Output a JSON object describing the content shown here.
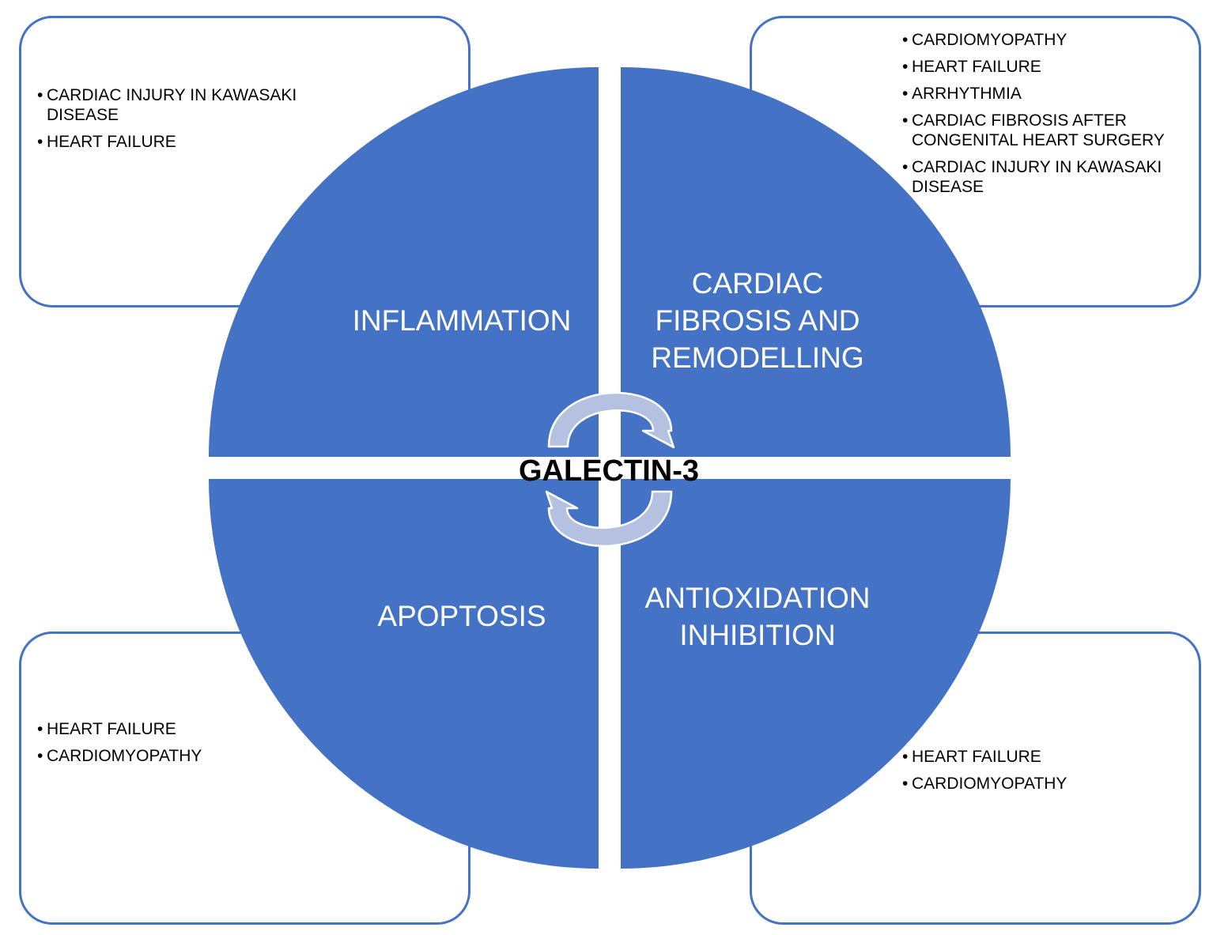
{
  "center": {
    "title": "GALECTIN-3"
  },
  "colors": {
    "quadrant": "#4472c4",
    "arrow": "#b4c1e1",
    "box_border": "#4472c4"
  },
  "quadrants": {
    "top_left": {
      "label": "INFLAMMATION"
    },
    "top_right": {
      "label": "CARDIAC\nFIBROSIS AND\nREMODELLING"
    },
    "bottom_left": {
      "label": "APOPTOSIS"
    },
    "bottom_right": {
      "label": "ANTIOXIDATION\nINHIBITION"
    }
  },
  "boxes": {
    "top_left": {
      "items": [
        "CARDIAC INJURY IN KAWASAKI DISEASE",
        "HEART FAILURE"
      ]
    },
    "top_right": {
      "items": [
        "CARDIOMYOPATHY",
        "HEART FAILURE",
        "ARRHYTHMIA",
        "CARDIAC FIBROSIS AFTER CONGENITAL HEART SURGERY",
        "CARDIAC INJURY IN KAWASAKI DISEASE"
      ]
    },
    "bottom_left": {
      "items": [
        "HEART FAILURE",
        "CARDIOMYOPATHY"
      ]
    },
    "bottom_right": {
      "items": [
        "HEART FAILURE",
        "CARDIOMYOPATHY"
      ]
    }
  },
  "icons": {
    "cycle": "circular-arrows-icon"
  }
}
